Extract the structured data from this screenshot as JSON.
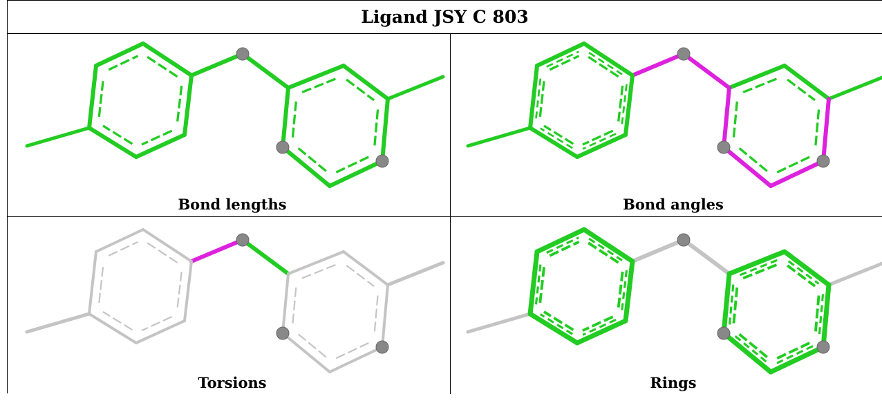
{
  "title": "Ligand JSY C 803",
  "colors": {
    "green": "#22cc22",
    "magenta": "#dd22dd",
    "grey": "#c4c4c4",
    "atom": "#888888"
  },
  "panels": [
    {
      "caption": "Bond lengths",
      "highlight": "all-green"
    },
    {
      "caption": "Bond angles",
      "highlight": "right-ring-magenta"
    },
    {
      "caption": "Torsions",
      "highlight": "linker-bonds"
    },
    {
      "caption": "Rings",
      "highlight": "rings-green"
    }
  ]
}
